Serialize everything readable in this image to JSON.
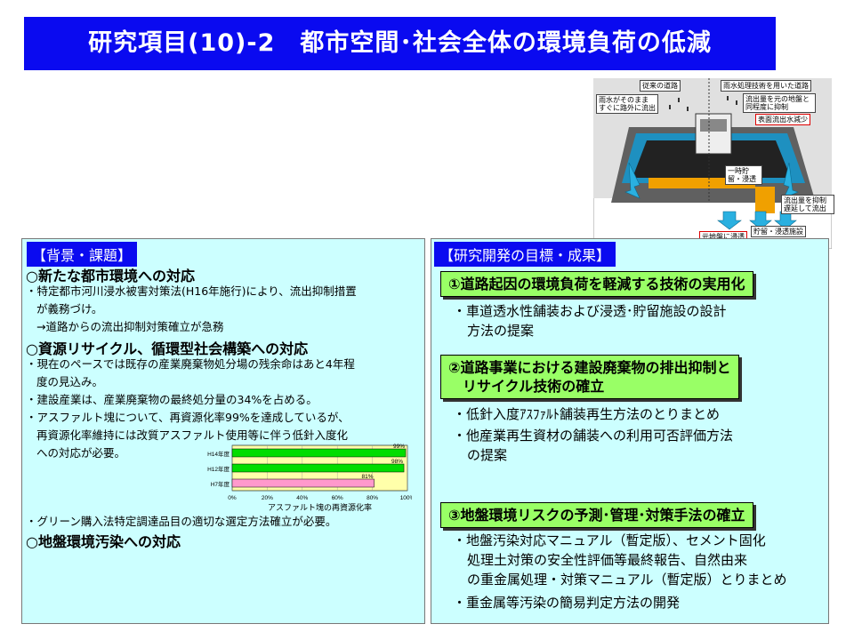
{
  "title": "研究項目(10)-2　都市空間･社会全体の環境負荷の低減",
  "diagram": {
    "label_conventional": "従来の道路",
    "label_new": "雨水処理技術を用いた道路",
    "label_runoff_left": "雨水がそのまま すぐに路外に流出",
    "label_suppress": "流出量を元の地盤と同程度に抑制",
    "label_surface_reduce": "表面流出水減少",
    "label_temp_storage": "一時貯留・浸透",
    "label_delay": "流出量を抑制 遅延して流出",
    "label_infiltration": "元地盤に浸透",
    "label_facility": "貯留・浸透施設"
  },
  "left": {
    "tag": "【背景・課題】",
    "h1": "○新たな都市環境への対応",
    "l1": "・特定都市河川浸水被害対策法(H16年施行)により、流出抑制措置",
    "l2": "が義務づけ。",
    "l3": "→道路からの流出抑制対策確立が急務",
    "h2": "○資源リサイクル、循環型社会構築への対応",
    "l4": "・現在のペースでは既存の産業廃棄物処分場の残余命はあと4年程",
    "l5": "度の見込み。",
    "l6": "・建設産業は、産業廃棄物の最終処分量の34%を占める。",
    "l7": "・アスファルト塊について、再資源化率99%を達成しているが、",
    "l8": "再資源化率維持には改質アスファルト使用等に伴う低針入度化",
    "l9": "への対応が必要。",
    "l10": "・グリーン購入法特定調達品目の適切な選定方法確立が必要。",
    "h3": "○地盤環境汚染への対応"
  },
  "chart_data": {
    "type": "bar",
    "categories": [
      "H14年度",
      "H12年度",
      "H7年度"
    ],
    "values": [
      99,
      98,
      81
    ],
    "value_labels": [
      "99%",
      "98%",
      "81%"
    ],
    "xlabel": "アスファルト塊の再資源化率",
    "xlim": [
      0,
      100
    ],
    "ticks": [
      "0%",
      "20%",
      "40%",
      "60%",
      "80%",
      "100%"
    ],
    "colors": [
      "#00dd00",
      "#00dd00",
      "#ff99cc"
    ]
  },
  "right": {
    "tag": "【研究開発の目標・成果】",
    "g1": "①道路起因の環境負荷を軽減する技術の実用化",
    "r1": "・車道透水性舗装および浸透･貯留施設の設計",
    "r2": "方法の提案",
    "g2a": "②道路事業における建設廃棄物の排出抑制と",
    "g2b": "リサイクル技術の確立",
    "r3": "・低針入度ｱｽﾌｧﾙﾄ舗装再生方法のとりまとめ",
    "r4": "・他産業再生資材の舗装への利用可否評価方法",
    "r5": "の提案",
    "g3": "③地盤環境リスクの予測･管理･対策手法の確立",
    "r6": "・地盤汚染対応マニュアル（暫定版）、セメント固化",
    "r7": "処理土対策の安全性評価等最終報告、自然由来",
    "r8": "の重金属処理・対策マニュアル（暫定版）とりまとめ",
    "r9": "・重金属等汚染の簡易判定方法の開発"
  }
}
